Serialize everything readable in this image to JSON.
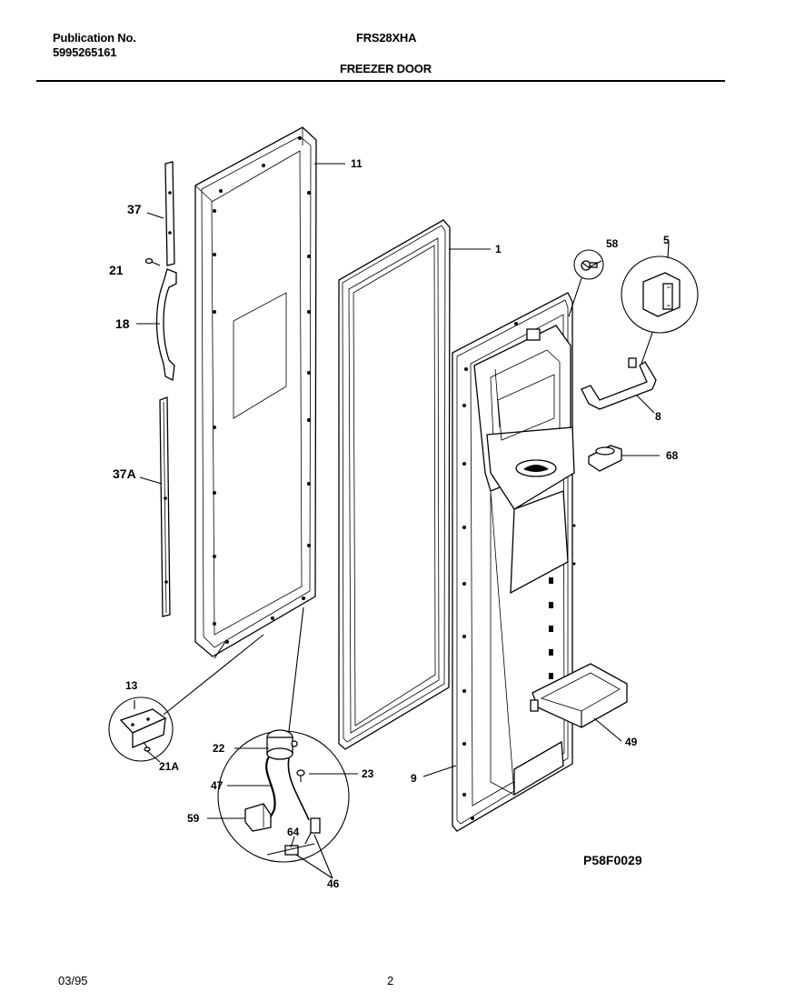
{
  "header": {
    "publication_label": "Publication No.",
    "publication_number": "5995265161",
    "model": "FRS28XHA",
    "section_title": "FREEZER DOOR"
  },
  "callouts": {
    "c11": "11",
    "c1": "1",
    "c37": "37",
    "c21": "21",
    "c18": "18",
    "c37a": "37A",
    "c58": "58",
    "c5": "5",
    "c8": "8",
    "c68": "68",
    "c13": "13",
    "c21a": "21A",
    "c22": "22",
    "c47": "47",
    "c59": "59",
    "c64": "64",
    "c46": "46",
    "c23": "23",
    "c9": "9",
    "c49": "49"
  },
  "diagram_code": "P58F0029",
  "footer": {
    "date": "03/95",
    "page": "2"
  }
}
